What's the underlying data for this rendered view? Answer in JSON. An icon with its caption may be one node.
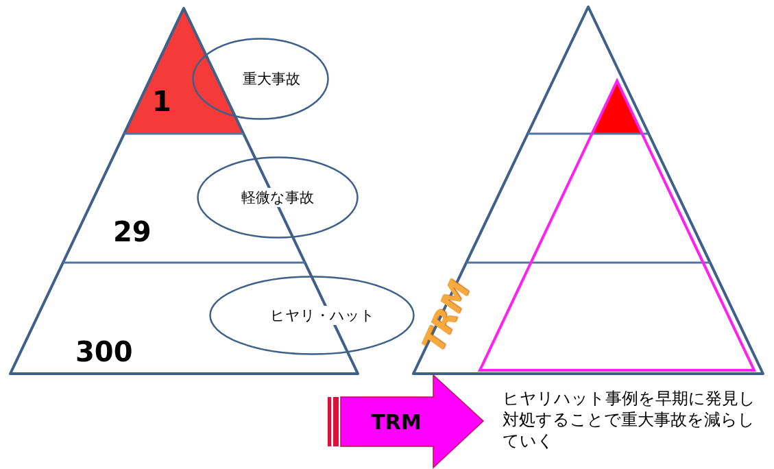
{
  "diagram": {
    "nodes": [
      {
        "text": [],
        "shape": "triangle"
      },
      {
        "text": [
          "重大事故"
        ]
      },
      {
        "text": [
          "軽微な事故"
        ]
      },
      {
        "text": [
          "ヒヤリ・ハット"
        ]
      },
      {
        "text": [],
        "shape": "triangle"
      },
      {
        "text": [
          "TRM"
        ]
      }
    ],
    "labels": [
      "1",
      "29",
      "300",
      "TRM",
      "ヒヤリハット事例を早期に発見し対処することで重大事故を減らしていく"
    ]
  }
}
